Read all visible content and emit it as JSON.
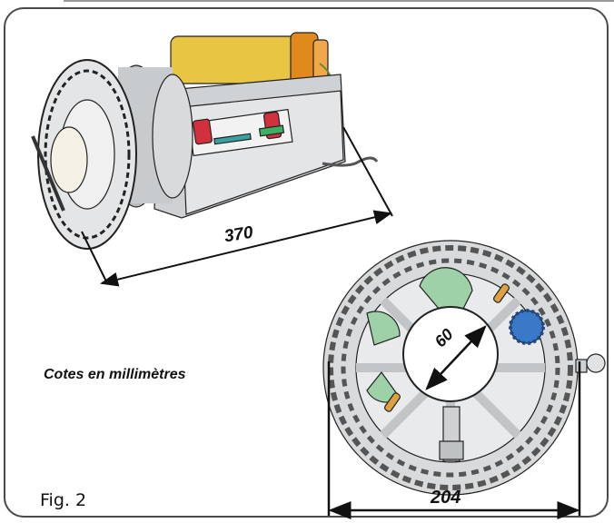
{
  "caption": "Cotes en millimètres",
  "figure_label": "Fig. 2",
  "dimensions": {
    "length": "370",
    "width": "204",
    "diameter": "60"
  },
  "colors": {
    "gear_metal": "#d4d6d8",
    "motor_yellow": "#e8c542",
    "motor_orange": "#e08a1e",
    "gear_red": "#d2303c",
    "sprocket_blue": "#3a78c8",
    "sprocket_green": "#9fd1a8",
    "outline": "#1a1a1a"
  }
}
